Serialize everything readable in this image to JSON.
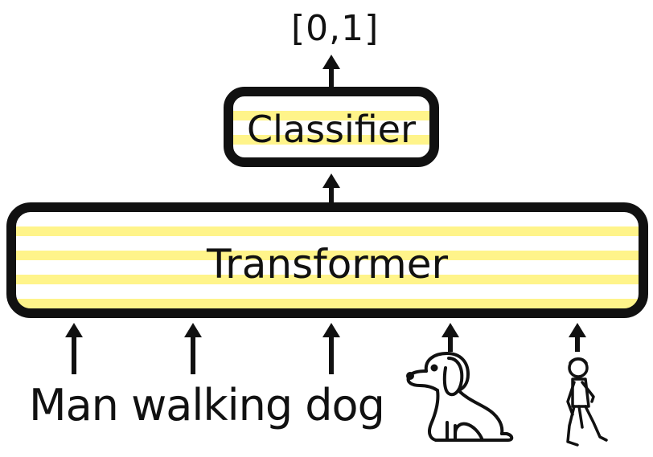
{
  "output_label": "[0,1]",
  "classifier": {
    "label": "Classifier"
  },
  "transformer": {
    "label": "Transformer"
  },
  "input_text": "Man walking dog",
  "icons": [
    "dog-icon",
    "person-walking-icon"
  ],
  "colors": {
    "stroke": "#111111",
    "stripe": "#fff48a",
    "background": "#ffffff"
  }
}
